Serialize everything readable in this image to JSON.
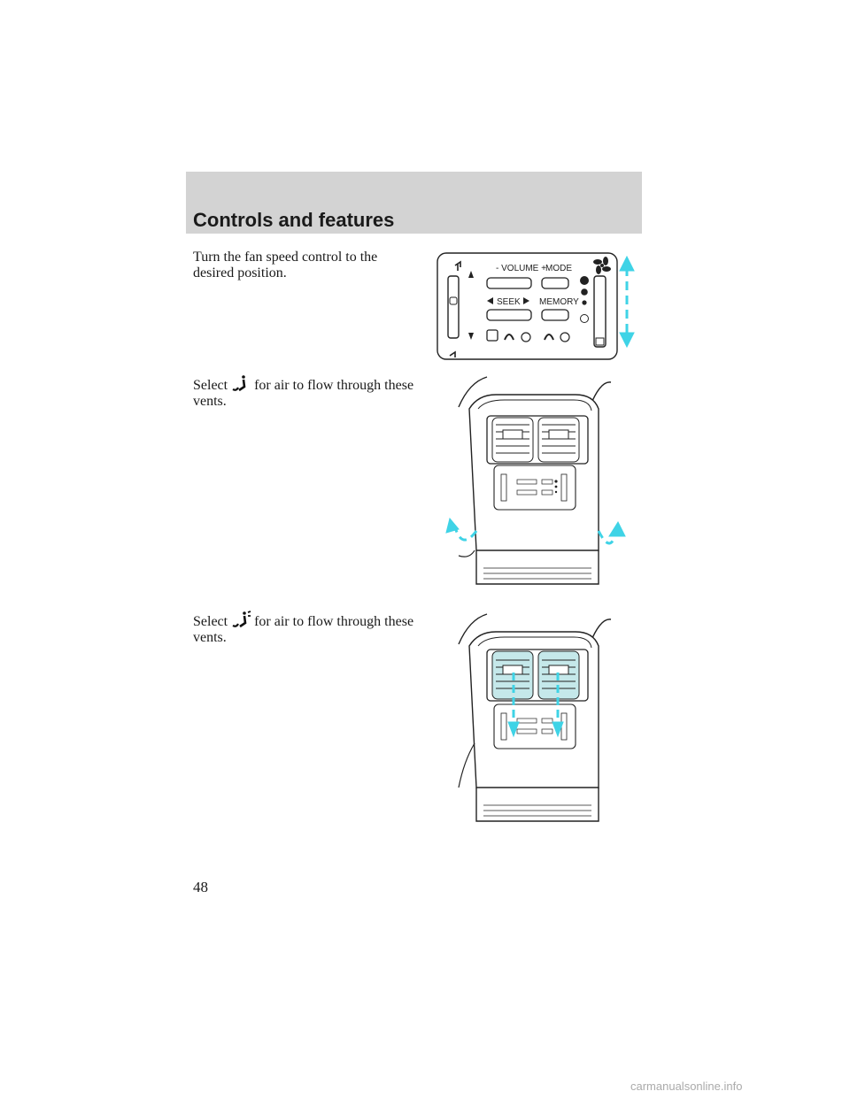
{
  "header": {
    "title": "Controls and features"
  },
  "steps": [
    {
      "text": "Turn the fan speed control to the desired position."
    },
    {
      "before": "Select",
      "icon": "floor-vent-icon",
      "after": "for air to flow through these vents."
    },
    {
      "before": "Select",
      "icon": "panel-floor-vent-icon",
      "after": "for air to flow through these vents."
    }
  ],
  "control_panel": {
    "volume_label": "VOLUME",
    "volume_minus": "-",
    "volume_plus": "+",
    "mode_label": "MODE",
    "seek_label": "SEEK",
    "memory_label": "MEMORY",
    "arrow_color": "#3fd3e6"
  },
  "page_number": "48",
  "watermark": "carmanualsonline.info"
}
